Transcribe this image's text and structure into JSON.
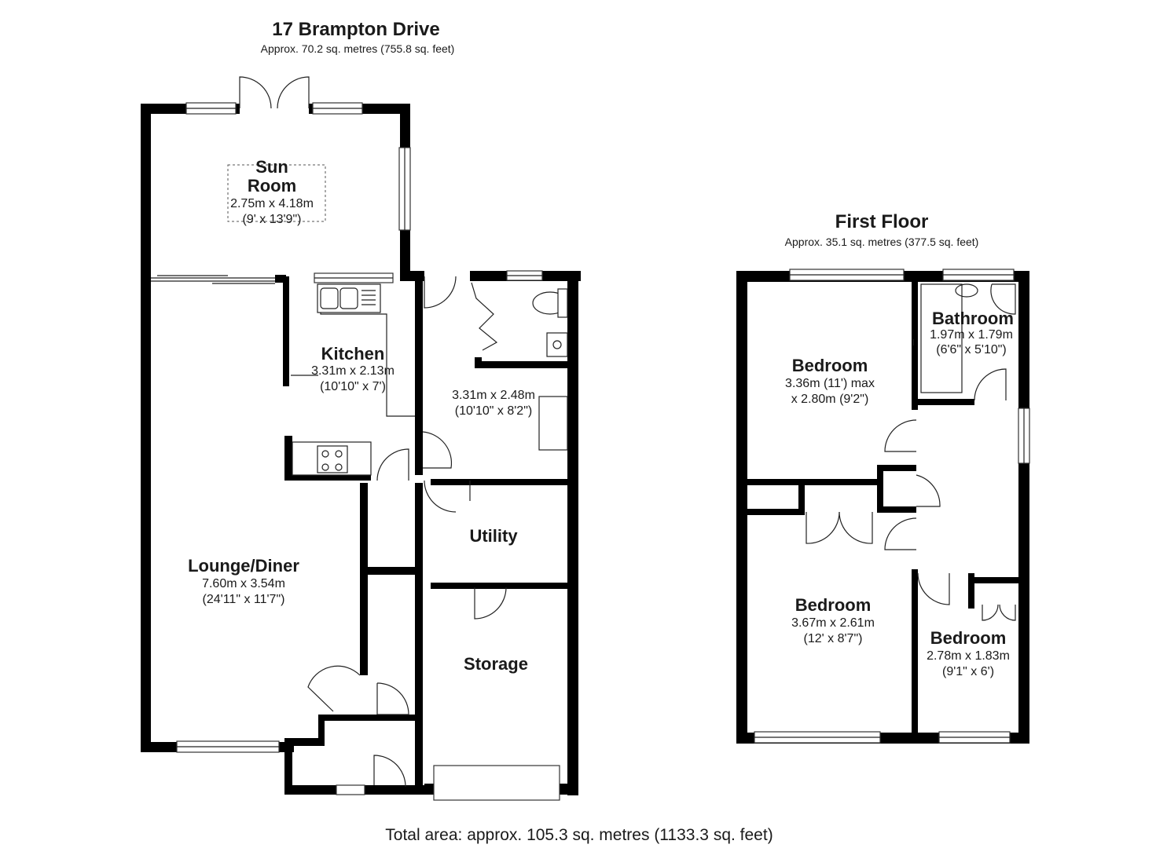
{
  "ground_floor": {
    "title": "17 Brampton Drive",
    "area": "Approx. 70.2 sq. metres (755.8 sq. feet)",
    "rooms": {
      "sun_room": {
        "name_line1": "Sun",
        "name_line2": "Room",
        "dim_metric": "2.75m x 4.18m",
        "dim_imperial": "(9' x 13'9\")"
      },
      "kitchen": {
        "name": "Kitchen",
        "dim_metric": "3.31m x 2.13m",
        "dim_imperial": "(10'10\" x 7')"
      },
      "hall_room": {
        "dim_metric": "3.31m x 2.48m",
        "dim_imperial": "(10'10\" x 8'2\")"
      },
      "lounge_diner": {
        "name": "Lounge/Diner",
        "dim_metric": "7.60m x 3.54m",
        "dim_imperial": "(24'11\" x 11'7\")"
      },
      "utility": {
        "name": "Utility"
      },
      "storage": {
        "name": "Storage"
      }
    }
  },
  "first_floor": {
    "title": "First Floor",
    "area": "Approx. 35.1 sq. metres (377.5 sq. feet)",
    "rooms": {
      "bathroom": {
        "name": "Bathroom",
        "dim_metric": "1.97m x 1.79m",
        "dim_imperial": "(6'6\" x 5'10\")"
      },
      "bedroom_1": {
        "name": "Bedroom",
        "dim_line1": "3.36m (11') max",
        "dim_line2": "x 2.80m (9'2\")"
      },
      "bedroom_2": {
        "name": "Bedroom",
        "dim_metric": "3.67m x 2.61m",
        "dim_imperial": "(12' x 8'7\")"
      },
      "bedroom_3": {
        "name": "Bedroom",
        "dim_metric": "2.78m x 1.83m",
        "dim_imperial": "(9'1\" x 6')"
      }
    }
  },
  "total_area": "Total area: approx. 105.3 sq. metres (1133.3 sq. feet)"
}
